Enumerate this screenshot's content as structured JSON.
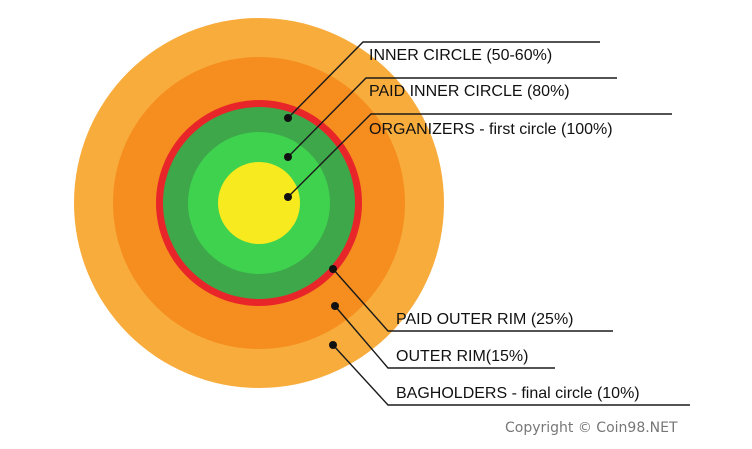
{
  "colors": {
    "outer_ring": "#F8AC3C",
    "middle_ring": "#F58D1F",
    "red_border": "#E8262A",
    "dark_green": "#3DA74A",
    "light_green": "#3FD24F",
    "center": "#F7EA1F"
  },
  "labels": {
    "inner_circle": "INNER CIRCLE (50-60%)",
    "paid_inner_circle": "PAID INNER CIRCLE (80%)",
    "organizers": "ORGANIZERS - first circle (100%)",
    "paid_outer_rim": "PAID OUTER RIM (25%)",
    "outer_rim": "OUTER RIM(15%)",
    "bagholders": "BAGHOLDERS - final circle (10%)"
  },
  "copyright": "Copyright © Coin98.NET"
}
